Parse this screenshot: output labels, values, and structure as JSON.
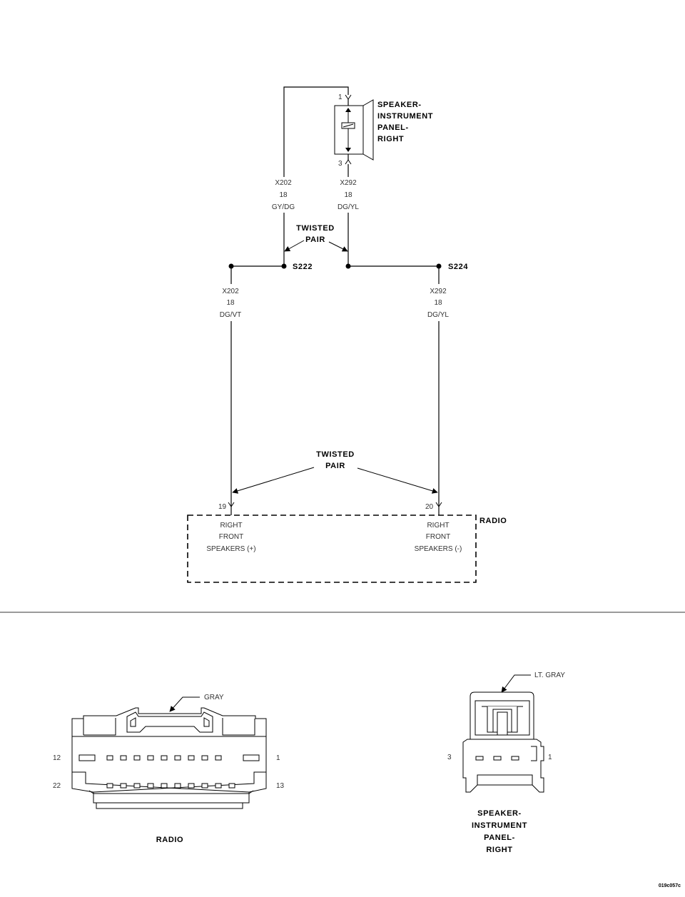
{
  "speaker": {
    "name_lines": [
      "SPEAKER-",
      "INSTRUMENT",
      "PANEL-",
      "RIGHT"
    ],
    "pin_top": "1",
    "pin_bottom": "3"
  },
  "wires": {
    "upper_left": [
      "X202",
      "18",
      "GY/DG"
    ],
    "upper_right": [
      "X292",
      "18",
      "DG/YL"
    ],
    "lower_left": [
      "X202",
      "18",
      "DG/VT"
    ],
    "lower_right": [
      "X292",
      "18",
      "DG/YL"
    ]
  },
  "twisted_pair_upper": [
    "TWISTED",
    "PAIR"
  ],
  "twisted_pair_lower": [
    "TWISTED",
    "PAIR"
  ],
  "splices": {
    "left": "S222",
    "right": "S224"
  },
  "radio": {
    "label": "RADIO",
    "pin_left": "19",
    "pin_right": "20",
    "func_left": [
      "RIGHT",
      "FRONT",
      "SPEAKERS (+)"
    ],
    "func_right": [
      "RIGHT",
      "FRONT",
      "SPEAKERS (-)"
    ]
  },
  "radio_connector": {
    "color": "GRAY",
    "pins": {
      "top_left": "12",
      "top_right": "1",
      "bottom_left": "22",
      "bottom_right": "13"
    },
    "caption": "RADIO"
  },
  "speaker_connector": {
    "color": "LT. GRAY",
    "pins": {
      "left": "3",
      "right": "1"
    },
    "caption": [
      "SPEAKER-",
      "INSTRUMENT",
      "PANEL-",
      "RIGHT"
    ]
  },
  "figure_id": "019c057c"
}
